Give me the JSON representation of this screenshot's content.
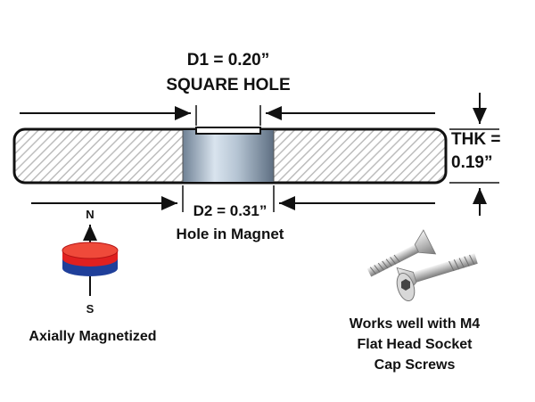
{
  "d1": {
    "line1": "D1 = 0.20”",
    "line2": "SQUARE HOLE"
  },
  "d2": {
    "line1": "D2 = 0.31”",
    "line2": "Hole in Magnet"
  },
  "thk": {
    "line1": "THK =",
    "line2": "0.19”"
  },
  "magnet": {
    "north": "N",
    "south": "S",
    "caption": "Axially Magnetized",
    "north_color": "#e02020",
    "south_color": "#1f3f9a"
  },
  "screws": {
    "line1": "Works well with M4",
    "line2": "Flat Head Socket",
    "line3": "Cap Screws"
  },
  "colors": {
    "hatch": "#cfcfcf",
    "hole": "#9fb3c8",
    "outline": "#111111"
  }
}
